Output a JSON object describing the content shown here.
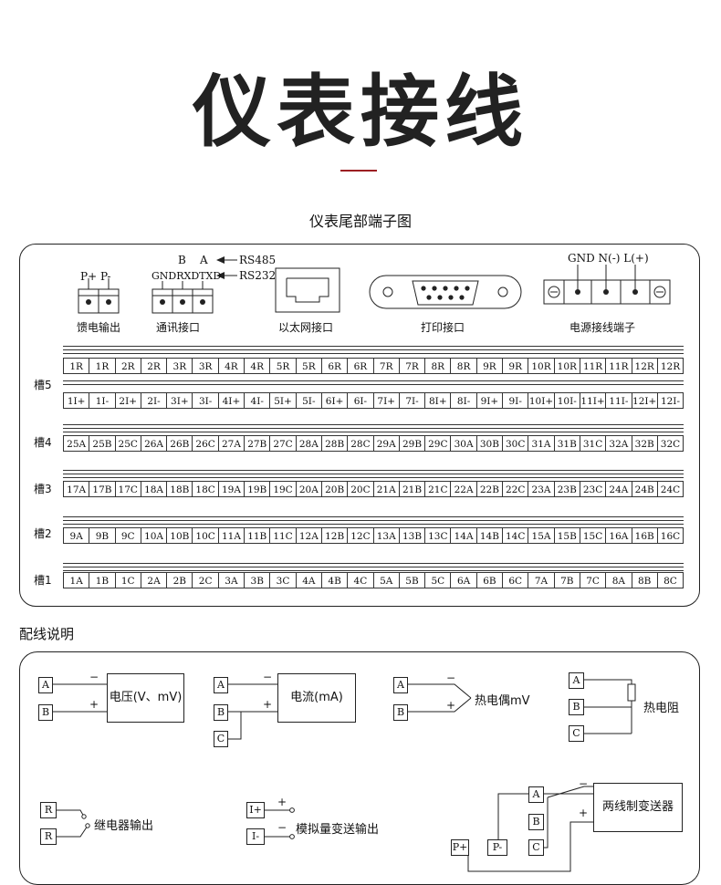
{
  "title": "仪表接线",
  "subtitle": "仪表尾部端子图",
  "terminals": {
    "rs485_b": "B",
    "rs485_a": "A",
    "rs485_label": "RS485",
    "rs232_label": "RS232",
    "gnd_rxd_txd": "GNDRXDTXD",
    "feed_pins": "P+ P-",
    "feed_label": "馈电输出",
    "comm_label": "通讯接口",
    "ethernet_label": "以太网接口",
    "print_label": "打印接口",
    "power_pins": "GND N(-) L(+)",
    "power_label": "电源接线端子"
  },
  "slots": [
    {
      "label": "槽5",
      "rows": [
        [
          "1R",
          "1R",
          "2R",
          "2R",
          "3R",
          "3R",
          "4R",
          "4R",
          "5R",
          "5R",
          "6R",
          "6R",
          "7R",
          "7R",
          "8R",
          "8R",
          "9R",
          "9R",
          "10R",
          "10R",
          "11R",
          "11R",
          "12R",
          "12R"
        ],
        [
          "1I+",
          "1I-",
          "2I+",
          "2I-",
          "3I+",
          "3I-",
          "4I+",
          "4I-",
          "5I+",
          "5I-",
          "6I+",
          "6I-",
          "7I+",
          "7I-",
          "8I+",
          "8I-",
          "9I+",
          "9I-",
          "10I+",
          "10I-",
          "11I+",
          "11I-",
          "12I+",
          "12I-"
        ]
      ]
    },
    {
      "label": "槽4",
      "rows": [
        [
          "25A",
          "25B",
          "25C",
          "26A",
          "26B",
          "26C",
          "27A",
          "27B",
          "27C",
          "28A",
          "28B",
          "28C",
          "29A",
          "29B",
          "29C",
          "30A",
          "30B",
          "30C",
          "31A",
          "31B",
          "31C",
          "32A",
          "32B",
          "32C"
        ]
      ]
    },
    {
      "label": "槽3",
      "rows": [
        [
          "17A",
          "17B",
          "17C",
          "18A",
          "18B",
          "18C",
          "19A",
          "19B",
          "19C",
          "20A",
          "20B",
          "20C",
          "21A",
          "21B",
          "21C",
          "22A",
          "22B",
          "22C",
          "23A",
          "23B",
          "23C",
          "24A",
          "24B",
          "24C"
        ]
      ]
    },
    {
      "label": "槽2",
      "rows": [
        [
          "9A",
          "9B",
          "9C",
          "10A",
          "10B",
          "10C",
          "11A",
          "11B",
          "11C",
          "12A",
          "12B",
          "12C",
          "13A",
          "13B",
          "13C",
          "14A",
          "14B",
          "14C",
          "15A",
          "15B",
          "15C",
          "16A",
          "16B",
          "16C"
        ]
      ]
    },
    {
      "label": "槽1",
      "rows": [
        [
          "1A",
          "1B",
          "1C",
          "2A",
          "2B",
          "2C",
          "3A",
          "3B",
          "3C",
          "4A",
          "4B",
          "4C",
          "5A",
          "5B",
          "5C",
          "6A",
          "6B",
          "6C",
          "7A",
          "7B",
          "7C",
          "8A",
          "8B",
          "8C"
        ]
      ]
    }
  ],
  "wiring_title": "配线说明",
  "wiring": {
    "voltage": "电压(V、mV)",
    "current": "电流(mA)",
    "thermocouple": "热电偶mV",
    "rtd": "热电阻",
    "relay": "继电器输出",
    "analog_out": "模拟量变送输出",
    "two_wire": "两线制变送器",
    "pin_a": "A",
    "pin_b": "B",
    "pin_c": "C",
    "pin_r": "R",
    "pin_ip": "I+",
    "pin_im": "I-",
    "pin_pp": "P+",
    "pin_pm": "P-",
    "plus": "+",
    "minus": "−"
  }
}
